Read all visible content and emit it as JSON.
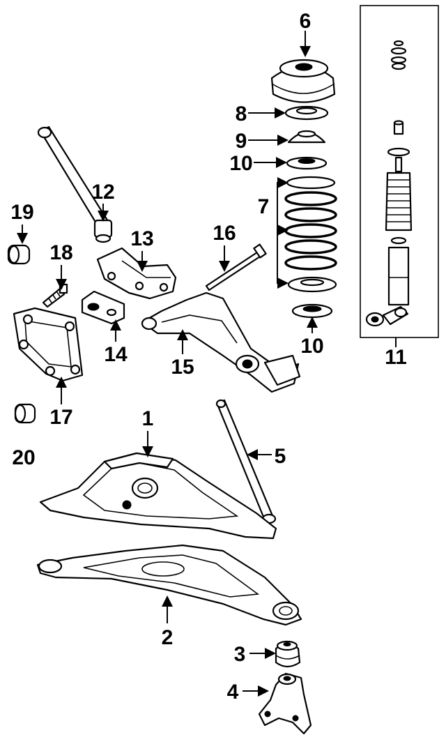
{
  "callouts": {
    "c1": "1",
    "c2": "2",
    "c3": "3",
    "c4": "4",
    "c5": "5",
    "c6": "6",
    "c7": "7",
    "c8": "8",
    "c9": "9",
    "c10a": "10",
    "c10b": "10",
    "c11": "11",
    "c12": "12",
    "c13": "13",
    "c14": "14",
    "c15": "15",
    "c16": "16",
    "c17": "17",
    "c18": "18",
    "c19": "19",
    "c20": "20"
  },
  "colors": {
    "ink": "#000000",
    "paper": "#ffffff"
  }
}
